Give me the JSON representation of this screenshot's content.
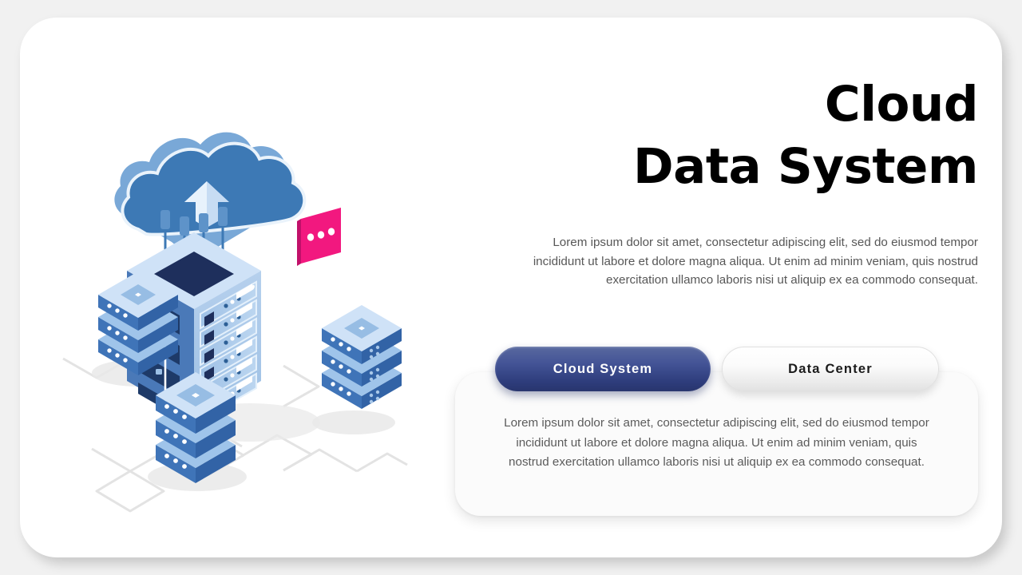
{
  "slide": {
    "background_color": "#ffffff",
    "page_background_color": "#f1f1f1"
  },
  "header": {
    "title_line_1": "Cloud",
    "title_line_2": "Data System",
    "title_color": "#000000"
  },
  "intro": {
    "paragraph": "Lorem ipsum dolor sit amet, consectetur adipiscing elit, sed do eiusmod tempor incididunt ut labore et dolore magna aliqua. Ut enim ad minim veniam, quis nostrud exercitation ullamco laboris nisi ut aliquip ex ea commodo consequat.",
    "text_color": "#575757"
  },
  "tabs": [
    {
      "label": "Cloud System",
      "state": "active",
      "accent_color": "#2e3d7c"
    },
    {
      "label": "Data Center",
      "state": "inactive",
      "accent_color": "#ebebeb"
    }
  ],
  "card": {
    "paragraph": "Lorem ipsum dolor sit amet, consectetur adipiscing elit, sed do eiusmod tempor incididunt ut labore et dolore magna aliqua. Ut enim ad minim veniam, quis nostrud exercitation ullamco laboris nisi ut aliquip ex ea commodo consequat.",
    "text_color": "#5b5b5b",
    "background_color": "#fbfbfb"
  },
  "illustration": {
    "name": "isometric-cloud-data-center",
    "icons": [
      "cloud-upload-icon",
      "server-tower-icon",
      "server-stack-left-icon",
      "server-stack-right-icon",
      "server-stack-bottom-icon",
      "chat-bubble-icon"
    ],
    "colors": {
      "cloud_top": "#6d9fd0",
      "cloud_face": "#3d79b5",
      "tower_top": "#cfe2f7",
      "tower_left_face": "#4a79b8",
      "tower_right_face": "#a9c8e9",
      "tower_slot_dark": "#1e2f5c",
      "stack_top": "#cfe2f7",
      "stack_left_face": "#3f74b8",
      "stack_right_face": "#3263a6",
      "chat_bubble": "#f2187f",
      "connector_line": "#e2e2e2",
      "ground_shadow": "#e8e8e8"
    }
  }
}
